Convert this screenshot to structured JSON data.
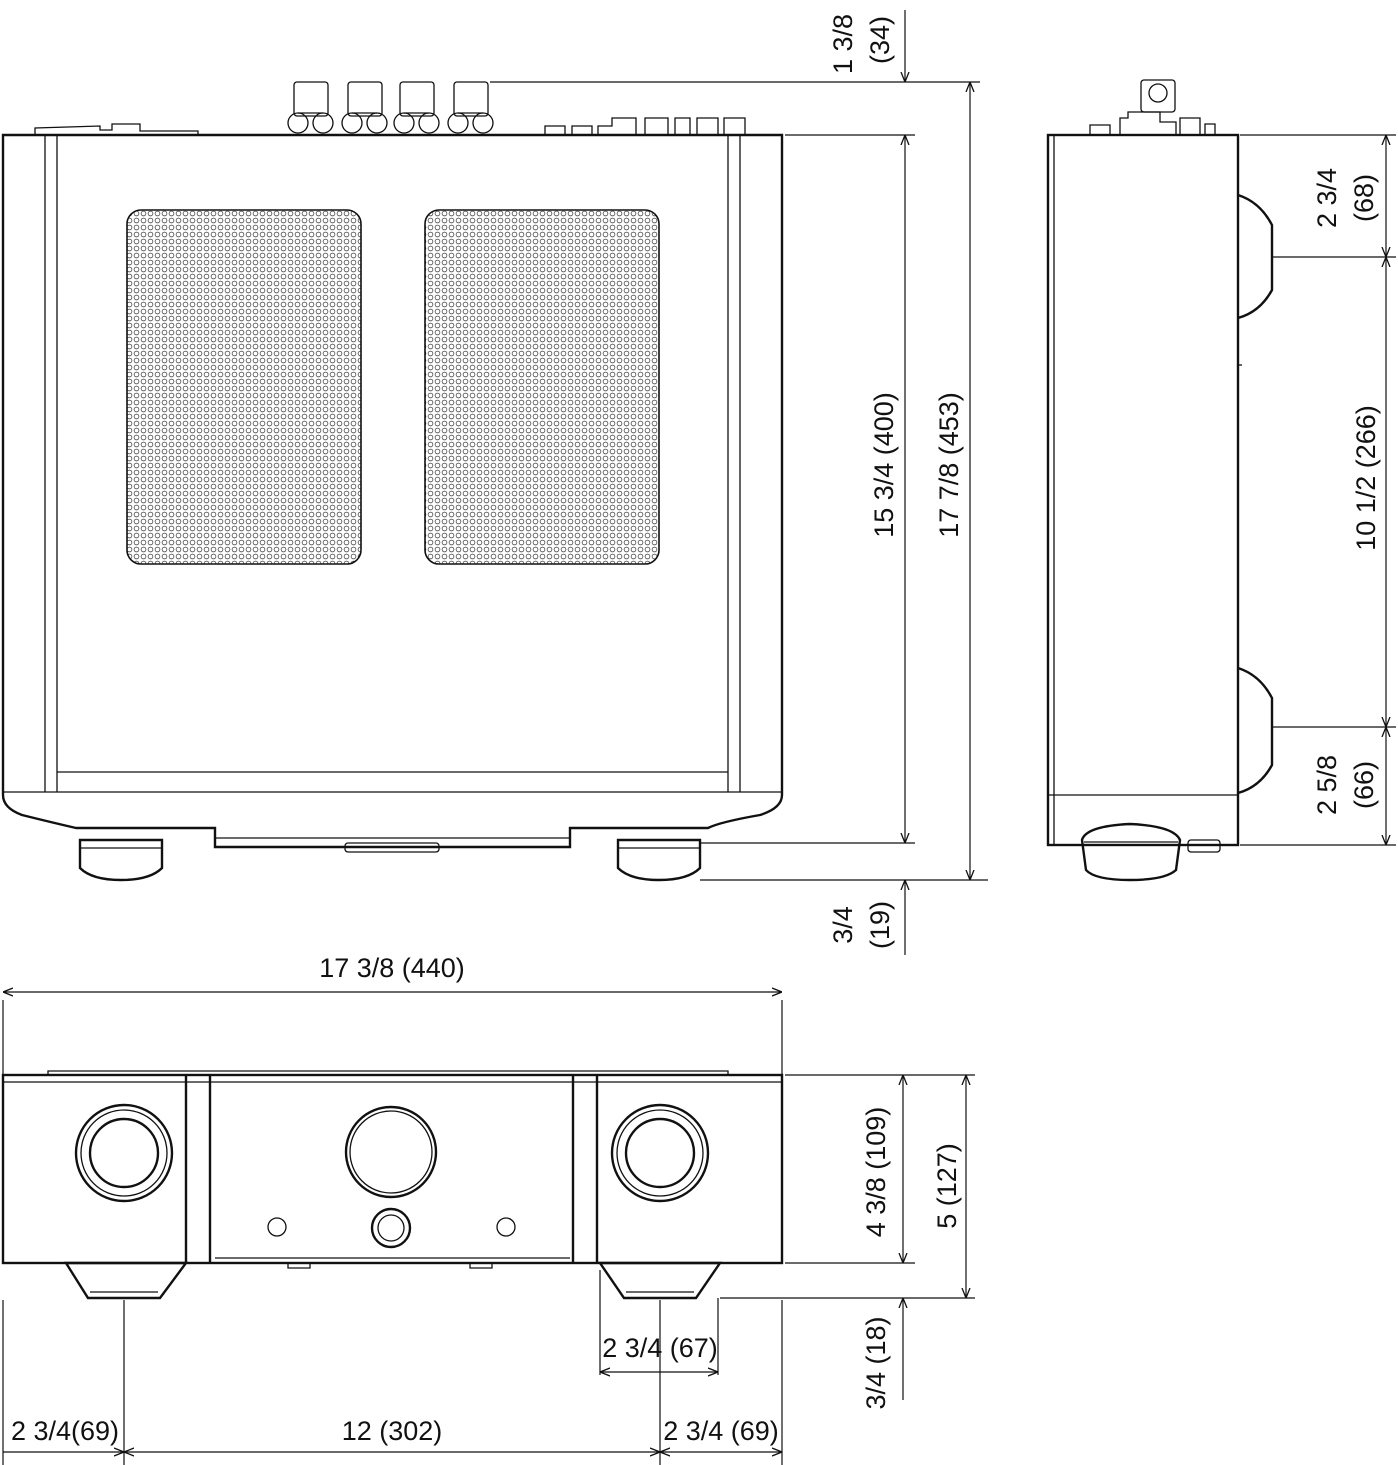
{
  "views": {
    "top": {
      "depth_label": "15 3/4 (400)",
      "total_depth_label": "17 7/8 (453)",
      "rear_terminal_label_line1": "1 3/8",
      "rear_terminal_label_line2": "(34)",
      "foot_label_line1": "3/4",
      "foot_label_line2": "(19)"
    },
    "side": {
      "top_foot_offset_line1": "2 3/4",
      "top_foot_offset_line2": "(68)",
      "foot_spacing_label": "10 1/2 (266)",
      "bottom_foot_offset_line1": "2 5/8",
      "bottom_foot_offset_line2": "(66)"
    },
    "front": {
      "width_label": "17 3/8 (440)",
      "body_height_label": "4 3/8 (109)",
      "total_height_label": "5 (127)",
      "foot_height_label": "3/4 (18)",
      "foot_width_label": "2 3/4 (67)",
      "left_offset_label": "2 3/4(69)",
      "foot_spacing_label": "12 (302)",
      "right_offset_label": "2 3/4 (69)"
    }
  },
  "colors": {
    "line": "#111111",
    "background": "#ffffff"
  }
}
